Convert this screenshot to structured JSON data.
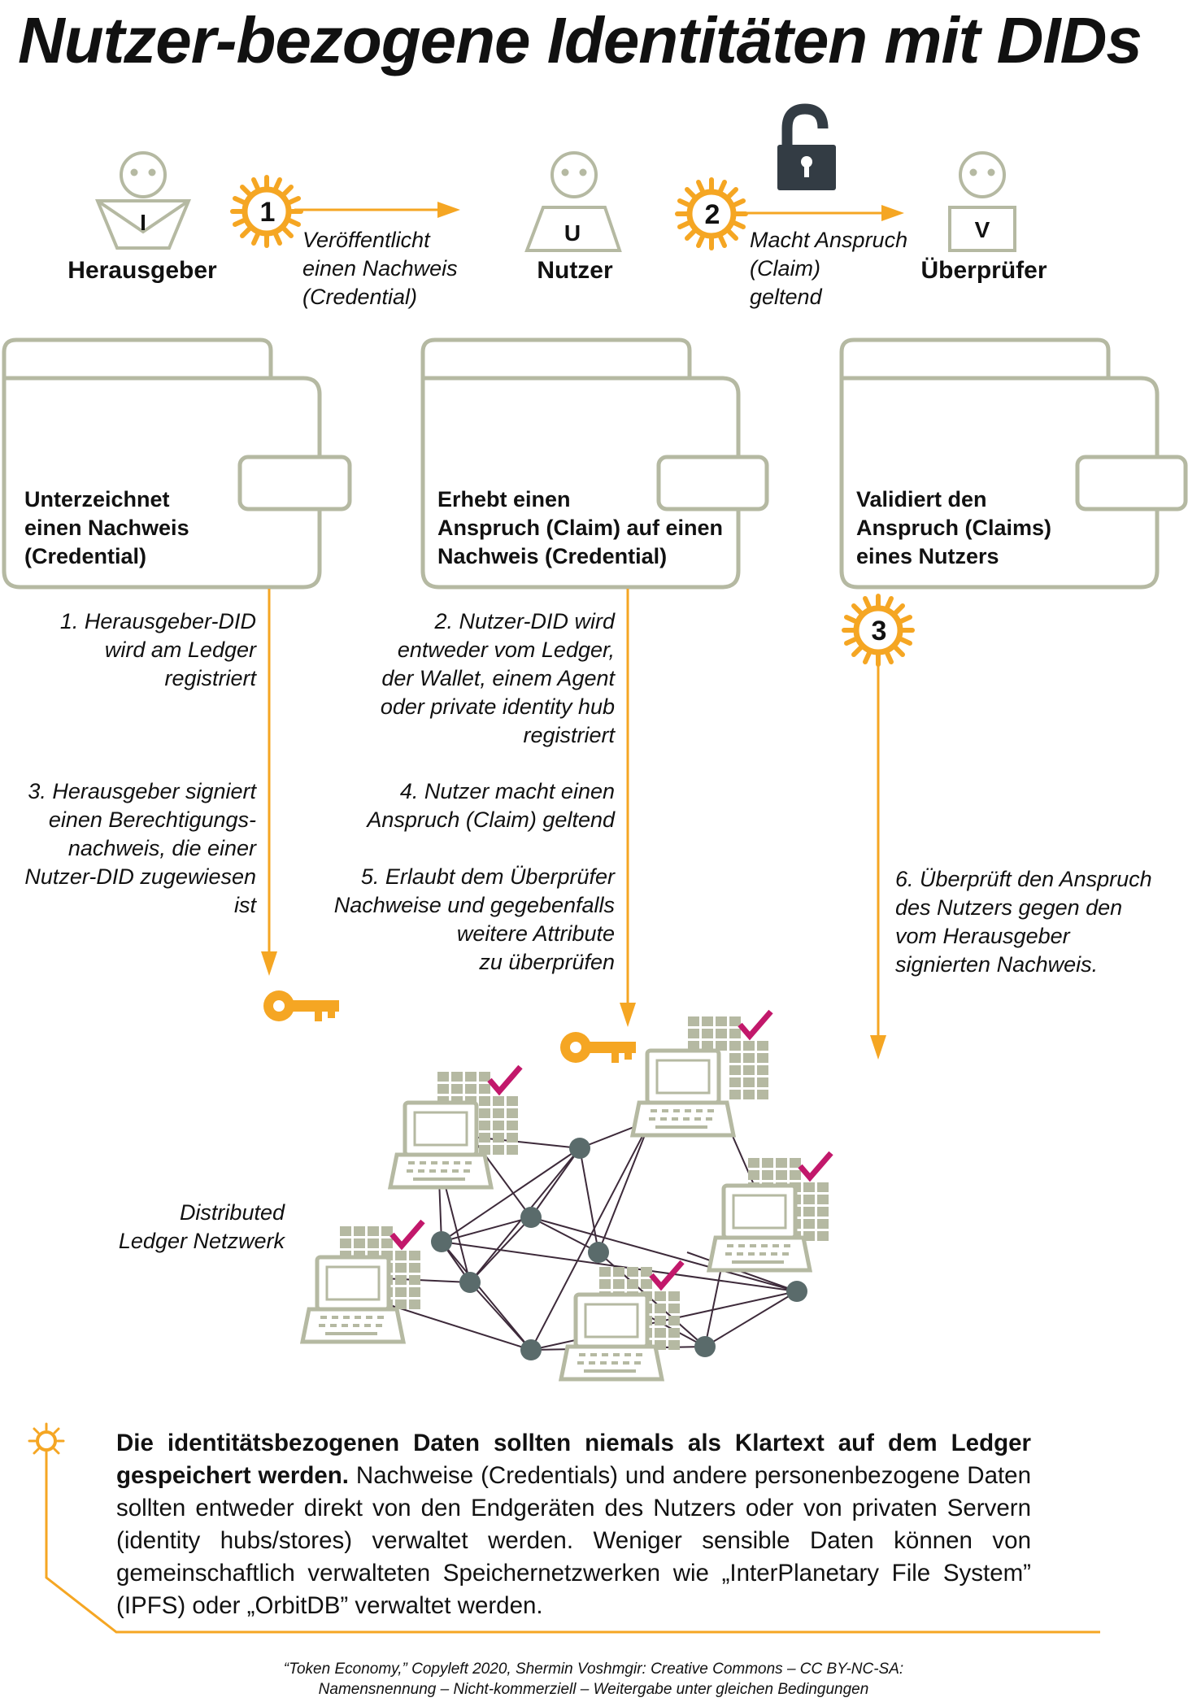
{
  "title": "Nutzer-bezogene Identitäten mit DIDs",
  "roles": {
    "issuer": {
      "letter": "I",
      "name": "Herausgeber"
    },
    "user": {
      "letter": "U",
      "name": "Nutzer"
    },
    "verifier": {
      "letter": "V",
      "name": "Überprüfer"
    }
  },
  "flow": [
    {
      "num": "1",
      "text_lines": [
        "Veröffentlicht",
        "einen Nachweis",
        "(Credential)"
      ]
    },
    {
      "num": "2",
      "text_lines": [
        "Macht Anspruch",
        "(Claim)",
        "geltend"
      ]
    }
  ],
  "wallets": [
    {
      "lines": [
        "Unterzeichnet",
        "einen Nachweis",
        "(Credential)"
      ]
    },
    {
      "lines": [
        "Erhebt einen",
        "Anspruch (Claim) auf einen",
        "Nachweis (Credential)"
      ]
    },
    {
      "lines": [
        "Validiert den",
        "Anspruch (Claims)",
        "eines Nutzers"
      ]
    }
  ],
  "step3_num": "3",
  "steps": {
    "s1": [
      "1. Herausgeber-DID",
      "wird am Ledger",
      "registriert"
    ],
    "s2": [
      "2. Nutzer-DID wird",
      "entweder vom Ledger,",
      "der Wallet, einem Agent",
      "oder private identity hub",
      "registriert"
    ],
    "s3": [
      "3. Herausgeber signiert",
      "einen Berechtigungs-",
      "nachweis, die einer",
      "Nutzer-DID zugewiesen ist"
    ],
    "s4": [
      "4. Nutzer macht einen",
      "Anspruch (Claim) geltend"
    ],
    "s5": [
      "5. Erlaubt dem Überprüfer",
      "Nachweise und gegebenfalls",
      "weitere Attribute",
      "zu überprüfen"
    ],
    "s6": [
      "6. Überprüft den Anspruch",
      "des Nutzers gegen den",
      "vom Herausgeber",
      "signierten Nachweis."
    ]
  },
  "network_label": [
    "Distributed",
    "Ledger Netzwerk"
  ],
  "note": {
    "bold": "Die identitätsbezogenen Daten sollten niemals als Klartext auf dem Ledger gespeichert werden.",
    "text": " Nachweise (Credentials) und andere personenbezogene Daten sollten entweder direkt von den Endgeräten des Nutzers oder von privaten Servern (identity hubs/stores) verwaltet werden. Weniger sensible Daten können von gemeinschaftlich verwalteten Speichernetzwerken wie „InterPlanetary File System” (IPFS) oder „OrbitDB” verwaltet werden."
  },
  "credit": [
    "“Token Economy,” Copyleft 2020, Shermin Voshmgir: Creative Commons – CC BY-NC-SA:",
    "Namensnennung – Nicht-kommerziell – Weitergabe unter gleichen Bedingungen"
  ],
  "colors": {
    "orange": "#f5a623",
    "olive": "#b5b9a2",
    "magenta": "#c2186b",
    "node": "#5a6b6b",
    "edge": "#3d2a3a",
    "lock": "#333c44"
  }
}
